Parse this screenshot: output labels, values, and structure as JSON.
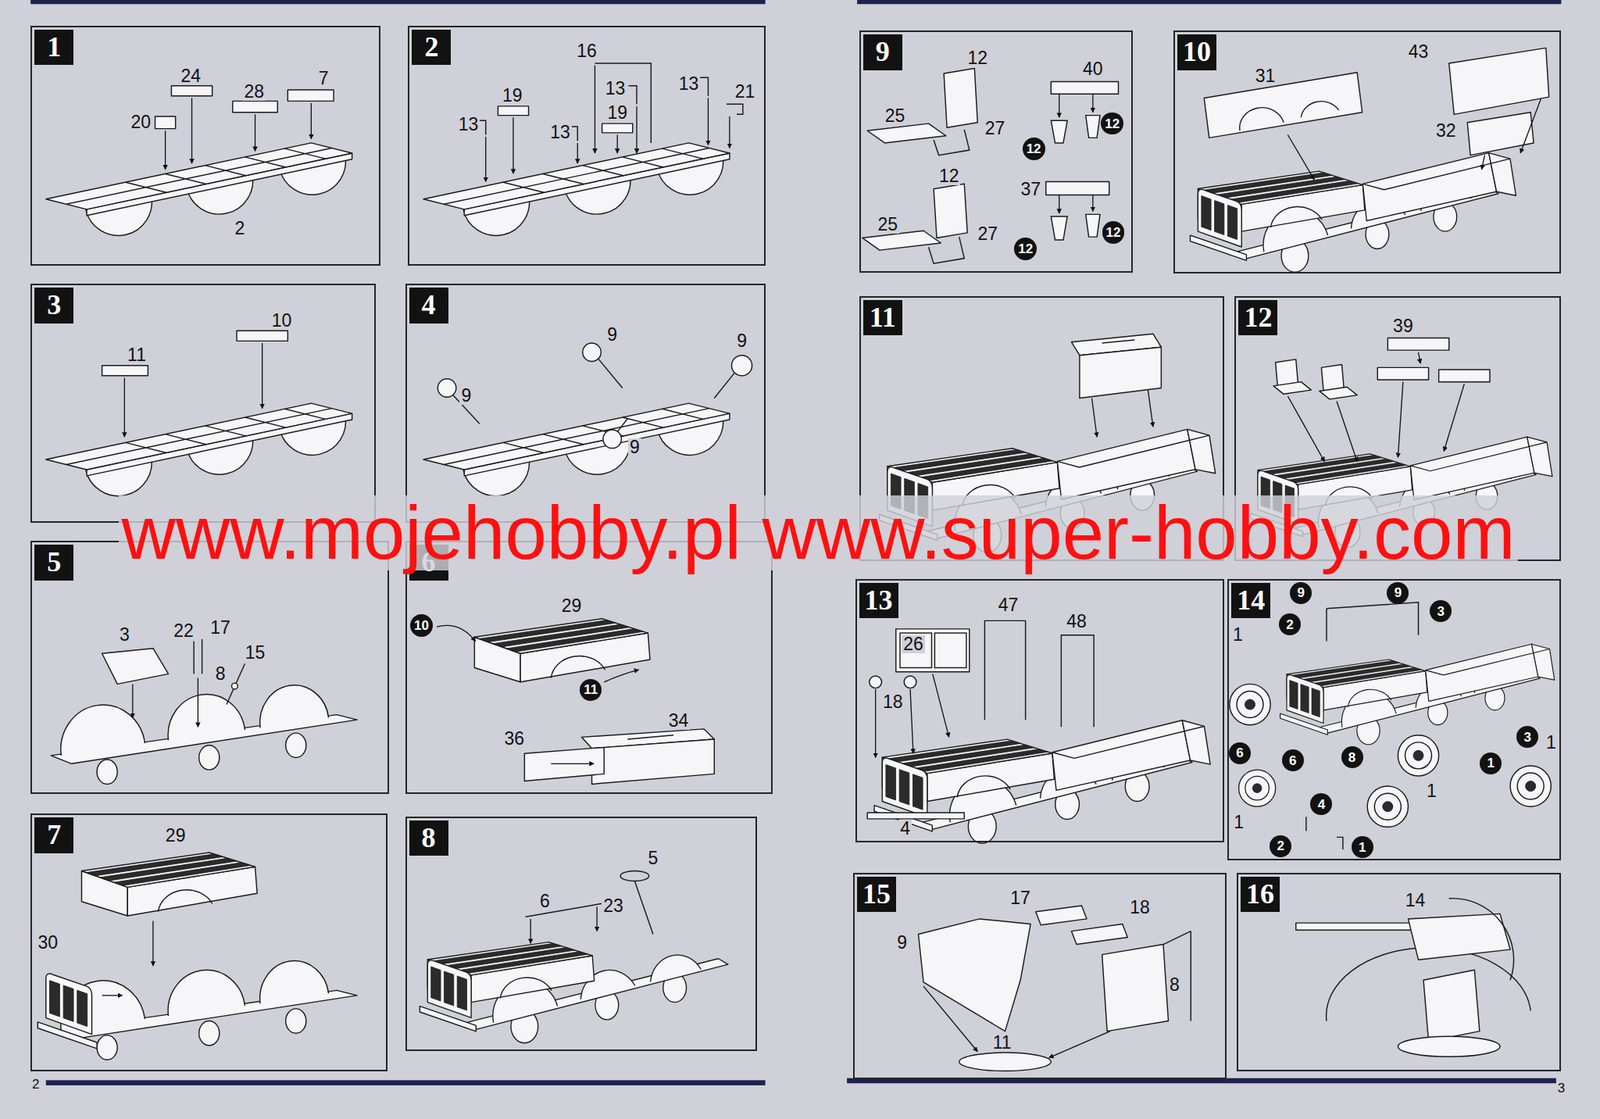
{
  "diagram": {
    "nodes": [
      {
        "text": [
          "1"
        ]
      },
      {
        "text": [
          "2"
        ]
      },
      {
        "text": [
          "3"
        ]
      },
      {
        "text": [
          "4"
        ]
      },
      {
        "text": [
          "5"
        ]
      },
      {
        "text": [
          "6"
        ]
      },
      {
        "text": [
          "10"
        ],
        "in": 5
      },
      {
        "text": [
          "11"
        ],
        "in": 5
      },
      {
        "text": [
          "7"
        ]
      },
      {
        "text": [
          "8"
        ]
      },
      {
        "text": [
          "9"
        ]
      },
      {
        "text": [
          "12"
        ],
        "in": 10
      },
      {
        "text": [
          "12"
        ],
        "in": 10
      },
      {
        "text": [
          "12"
        ],
        "in": 10
      },
      {
        "text": [
          "12"
        ],
        "in": 10
      },
      {
        "text": [
          "10"
        ]
      },
      {
        "text": [
          "11"
        ]
      },
      {
        "text": [
          "12"
        ]
      },
      {
        "text": [
          "13"
        ]
      },
      {
        "text": [
          "14"
        ]
      },
      {
        "text": [
          "9"
        ],
        "in": 19
      },
      {
        "text": [
          "9"
        ],
        "in": 19
      },
      {
        "text": [
          "3"
        ],
        "in": 19
      },
      {
        "text": [
          "2"
        ],
        "in": 19
      },
      {
        "text": [
          "8"
        ],
        "in": 19
      },
      {
        "text": [
          "6"
        ],
        "in": 19
      },
      {
        "text": [
          "6"
        ],
        "in": 19
      },
      {
        "text": [
          "3"
        ],
        "in": 19
      },
      {
        "text": [
          "1"
        ],
        "in": 19
      },
      {
        "text": [
          "4"
        ],
        "in": 19
      },
      {
        "text": [
          "2"
        ],
        "in": 19
      },
      {
        "text": [
          "1"
        ],
        "in": 19
      },
      {
        "text": [
          "15"
        ]
      },
      {
        "text": [
          "16"
        ]
      }
    ],
    "labels": [
      "24",
      "28",
      "7",
      "20",
      "2",
      "16",
      "13",
      "13",
      "19",
      "19",
      "21",
      "13",
      "13",
      "10",
      "11",
      "9",
      "9",
      "9",
      "9",
      "3",
      "22",
      "17",
      "15",
      "8",
      "29",
      "34",
      "36",
      "29",
      "30",
      "5",
      "6",
      "23",
      "12",
      "40",
      "25",
      "27",
      "12",
      "37",
      "25",
      "27",
      "43",
      "31",
      "32",
      "39",
      "47",
      "48",
      "26",
      "18",
      "4",
      "1",
      "1",
      "1",
      "1",
      "17",
      "18",
      "9",
      "8",
      "11",
      "14",
      "www.mojehobby.pl www.super-hobby.com",
      "2",
      "3"
    ]
  }
}
